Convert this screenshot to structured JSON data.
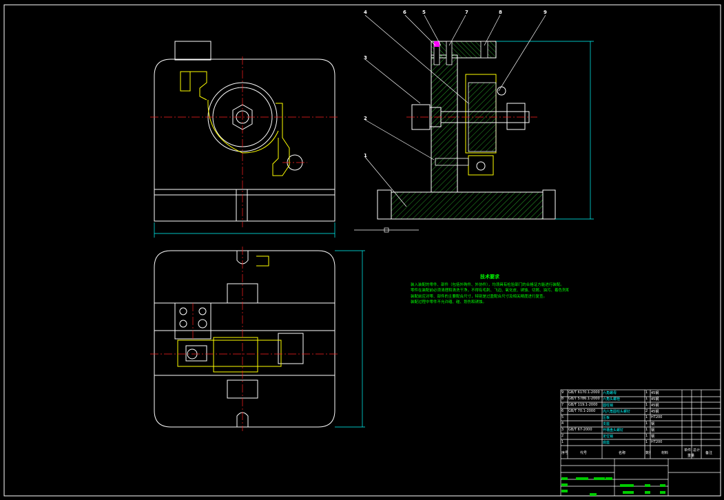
{
  "notes": {
    "title": "技术要求",
    "lines": [
      "装入装配的零件、部件（包括外购件、外协件），均须具有检验部门的合格证方能进行装配。",
      "零件在装配前必须清理和清洗干净，不得有毛刺、飞边、氧化皮、锈蚀、切屑、油污、着色剂和灰尘等。",
      "装配前应对零、部件的主要配合尺寸，特别是过盈配合尺寸及相关精度进行复查。",
      "装配过程中零件不允许磕、碰、划伤和锈蚀。"
    ]
  },
  "leaders": [
    "4",
    "6",
    "5",
    "7",
    "8",
    "9",
    "3",
    "2",
    "1"
  ],
  "bom": {
    "header": [
      "序号",
      "代号",
      "名称",
      "数量",
      "材料",
      "单件",
      "总计",
      "备注"
    ],
    "weight_label": "重量",
    "rows": [
      {
        "no": "9",
        "code": "GB/T 6170.1-2000",
        "name": "六角螺母",
        "qty": "1",
        "mat": "45钢",
        "note": ""
      },
      {
        "no": "8",
        "code": "GB/T 5786.1-2000",
        "name": "六角头螺栓",
        "qty": "1",
        "mat": "45钢",
        "note": ""
      },
      {
        "no": "7",
        "code": "GB/T 119.1-2000",
        "name": "圆柱销",
        "qty": "1",
        "mat": "45钢",
        "note": ""
      },
      {
        "no": "6",
        "code": "GB/T 70.1-2000",
        "name": "内六角圆柱头螺钉",
        "qty": "2",
        "mat": "45钢",
        "note": ""
      },
      {
        "no": "5",
        "code": "",
        "name": "压板",
        "qty": "1",
        "mat": "HT200",
        "note": ""
      },
      {
        "no": "4",
        "code": "",
        "name": "支座",
        "qty": "1",
        "mat": "钢",
        "note": ""
      },
      {
        "no": "3",
        "code": "GB/T 67-2000",
        "name": "开槽盘头螺钉",
        "qty": "1",
        "mat": "钢",
        "note": ""
      },
      {
        "no": "2",
        "code": "",
        "name": "定位销",
        "qty": "1",
        "mat": "钢",
        "note": ""
      },
      {
        "no": "1",
        "code": "",
        "name": "底座",
        "qty": "1",
        "mat": "HT200",
        "note": ""
      }
    ]
  },
  "colors": {
    "outline": "#ffffff",
    "center": "#ff2020",
    "hatch": "#33ff33",
    "part": "#ffff00",
    "dimension": "#00ffff",
    "text": "#00ff00"
  }
}
